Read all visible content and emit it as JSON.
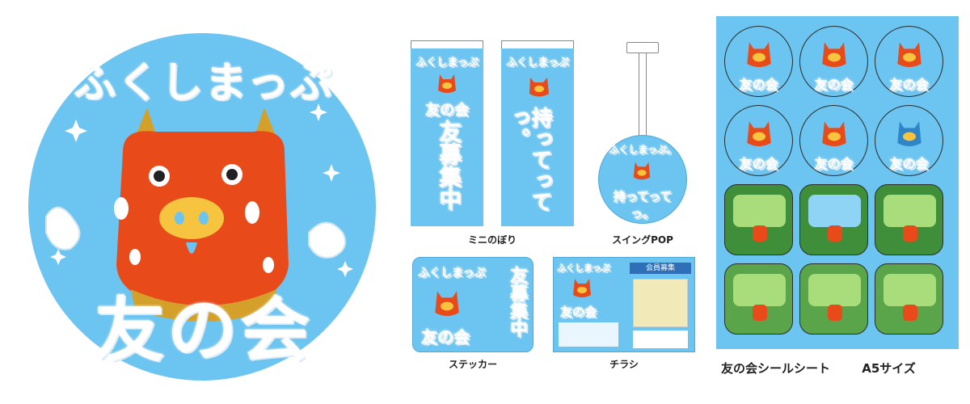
{
  "main_logo": {
    "title_hiragana": "ふくしまっぷ",
    "title_kanji": "友の会"
  },
  "nobori": {
    "caption": "ミニのぼり",
    "left": {
      "top": "ふくしまっぷ",
      "club": "友の会",
      "vertical": "友募集中"
    },
    "right": {
      "top": "ふくしまっぷ",
      "vertical": "持ってってっ。"
    }
  },
  "swing_pop": {
    "caption": "スイングPOP",
    "top": "ふくしまっぷ。",
    "line": "持ってってっ。"
  },
  "sticker": {
    "caption": "ステッカー",
    "title": "ふくしまっぷ",
    "club": "友の会",
    "vertical": "友募集中"
  },
  "flyer": {
    "caption": "チラシ",
    "title": "ふくしまっぷ",
    "club": "友の会",
    "header_right": "会員募集"
  },
  "seal_sheet": {
    "caption_name": "友の会シールシート",
    "caption_size": "A5サイズ",
    "seal_text": "友の会"
  },
  "colors": {
    "sky": "#6cc4f0",
    "mascot_red": "#e84a1a",
    "nose_yellow": "#f7c440",
    "horn_gold": "#d4a02a"
  }
}
